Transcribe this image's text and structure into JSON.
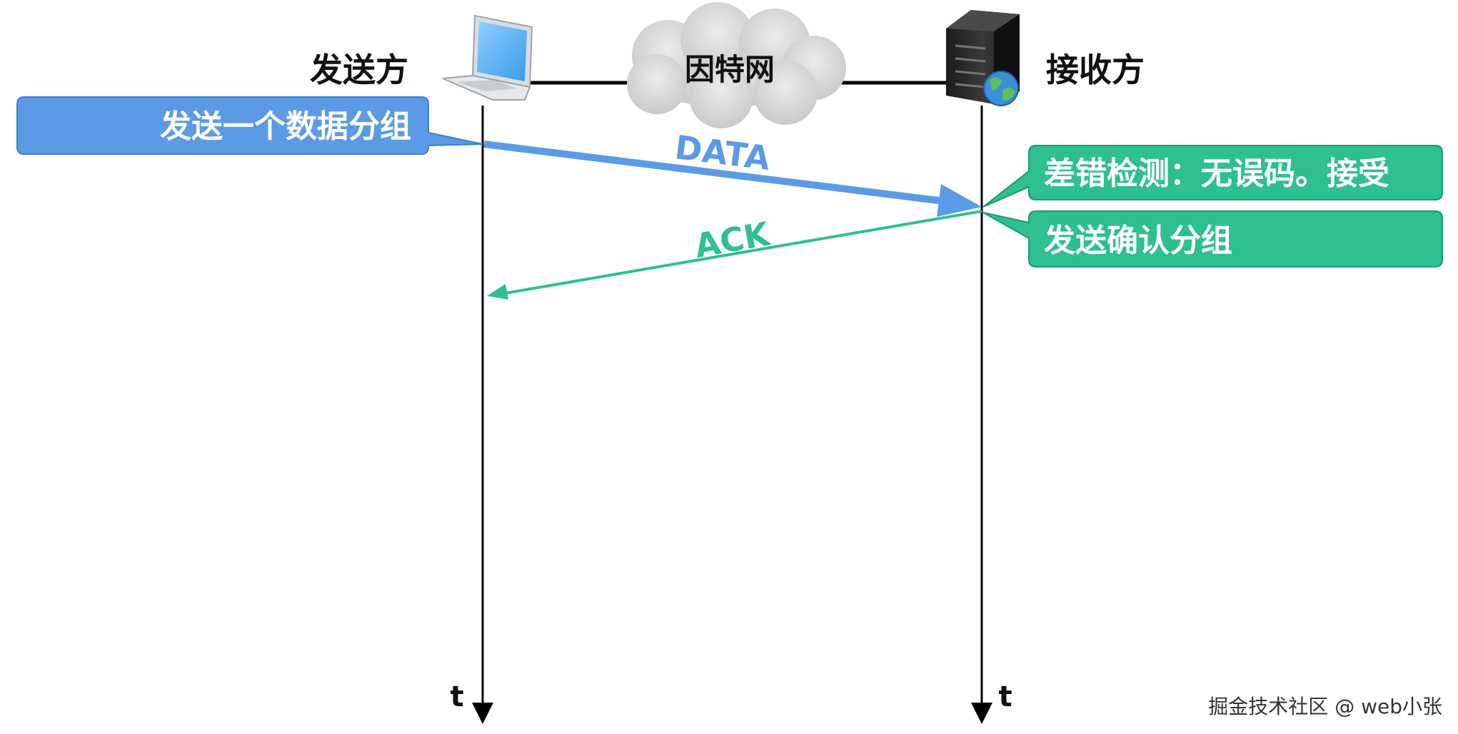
{
  "sender": {
    "label": "发送方"
  },
  "receiver": {
    "label": "接收方"
  },
  "network": {
    "label": "因特网"
  },
  "sender_callout": {
    "text": "发送一个数据分组"
  },
  "receiver_callouts": [
    {
      "text": "差错检测：无误码。接受"
    },
    {
      "text": "发送确认分组"
    }
  ],
  "messages": {
    "data_label": "DATA",
    "ack_label": "ACK"
  },
  "timeline": {
    "sender_axis": "t",
    "receiver_axis": "t"
  },
  "watermark": "掘金技术社区 @ web小张",
  "colors": {
    "data_blue": "#5b9be6",
    "ack_green": "#2ec08f",
    "callout_blue": "#5b9be6",
    "callout_green": "#2ec08f"
  }
}
